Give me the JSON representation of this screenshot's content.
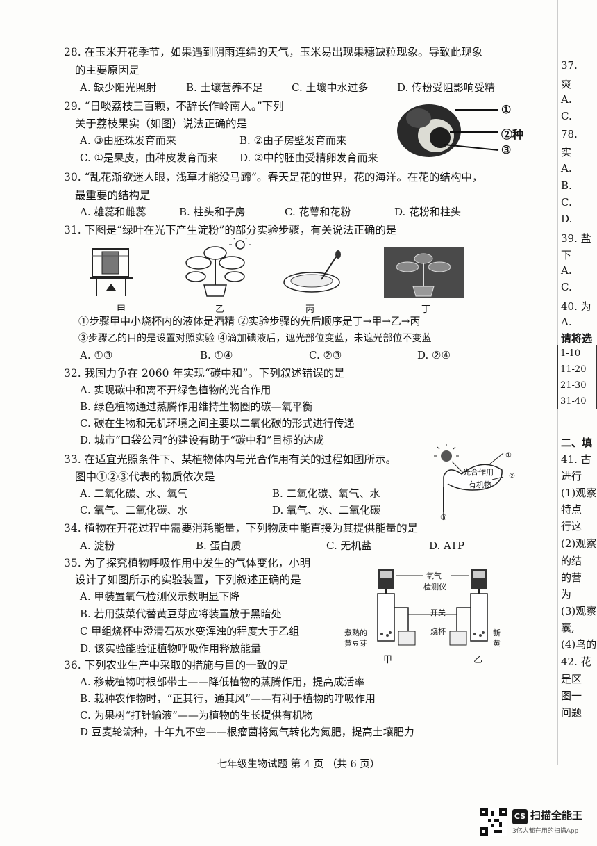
{
  "q28": {
    "line1": "28. 在玉米开花季节，如果遇到阴雨连绵的天气，玉米易出现果穗缺粒现象。导致此现象",
    "line2": "的主要原因是",
    "A": "A. 缺少阳光照射",
    "B": "B. 土壤营养不足",
    "C": "C. 土壤中水过多",
    "D": "D. 传粉受阻影响受精"
  },
  "q29": {
    "line1": "29. “日啖荔枝三百颗，不辞长作岭南人。”下列",
    "line2": "关于荔枝果实（如图）说法正确的是",
    "A": "A. ③由胚珠发育而来",
    "B": "B. ②由子房壁发育而来",
    "C": "C. ①是果皮，由种皮发育而来",
    "D": "D. ②中的胚由受精卵发育而来",
    "labels": [
      "①",
      "②种",
      "③"
    ]
  },
  "q30": {
    "line1": "30. “乱花渐欲迷人眼，浅草才能没马蹄”。春天是花的世界，花的海洋。在花的结构中，",
    "line2": "最重要的结构是",
    "A": "A. 雄蕊和雌蕊",
    "B": "B. 柱头和子房",
    "C": "C. 花萼和花粉",
    "D": "D. 花粉和柱头"
  },
  "q31": {
    "line1": "31. 下图是“绿叶在光下产生淀粉”的部分实验步骤，有关说法正确的是",
    "figs": [
      "甲",
      "乙",
      "丙",
      "丁"
    ],
    "s1": "①步骤甲中小烧杯内的液体是酒精 ②实验步骤的先后顺序是丁→甲→乙→丙",
    "s2": "③步骤乙的目的是设置对照实验 ④滴加碘液后，遮光部位变蓝，未遮光部位不变蓝",
    "A": "A. ①③",
    "B": "B. ①④",
    "C": "C. ②③",
    "D": "D. ②④"
  },
  "q32": {
    "line1": "32. 我国力争在 2060 年实现“碳中和”。下列叙述错误的是",
    "A": "A. 实现碳中和离不开绿色植物的光合作用",
    "B": "B. 绿色植物通过蒸腾作用维持生物圈的碳—氧平衡",
    "C": "C. 碳在生物和无机环境之间主要以二氧化碳的形式进行传递",
    "D": "D. 城市“口袋公园”的建设有助于“碳中和”目标的达成"
  },
  "q33": {
    "line1": "33. 在适宜光照条件下、某植物体内与光合作用有关的过程如图所示。",
    "line2": "图中①②③代表的物质依次是",
    "A": "A. 二氧化碳、水、氧气",
    "B": "B. 二氧化碳、氧气、水",
    "C": "C. 氧气、二氧化碳、水",
    "D": "D. 氧气、水、二氧化碳",
    "fig1": "光合作用",
    "fig2": "有机物",
    "n1": "①",
    "n2": "②",
    "n3": "③"
  },
  "q34": {
    "line1": "34. 植物在开花过程中需要消耗能量，下列物质中能直接为其提供能量的是",
    "A": "A. 淀粉",
    "B": "B. 蛋白质",
    "C": "C. 无机盐",
    "D": "D. ATP"
  },
  "q35": {
    "line1": "35. 为了探究植物呼吸作用中发生的气体变化，小明",
    "line2": "设计了如图所示的实验装置，下列叙述正确的是",
    "A": "A. 甲装置氧气检测仪示数明显下降",
    "B": "B. 若用菠菜代替黄豆芽应将装置放于黑暗处",
    "C": "C  甲组烧杯中澄清石灰水变浑浊的程度大于乙组",
    "D": "D. 该实验能验证植物呼吸作用释放能量",
    "fig_o2a": "氧气",
    "fig_o2b": "检测仪",
    "fig_switch": "开关",
    "fig_beaker": "烧杯",
    "fig_left1": "煮熟的",
    "fig_left2": "黄豆芽",
    "fig_right1": "新",
    "fig_right2": "黄",
    "fig_jia": "甲",
    "fig_yi": "乙"
  },
  "q36": {
    "line1": "36. 下列农业生产中采取的措施与目的一致的是",
    "A": "A. 移栽植物时根部带土——降低植物的蒸腾作用，提高成活率",
    "B": "B. 栽种农作物时，“正其行，通其风”——有利于植物的呼吸作用",
    "C": "C. 为果树“打针输液”——为植物的生长提供有机物",
    "D": "D  豆麦轮流种，十年九不空——根瘤菌将氮气转化为氮肥，提高土壤肥力"
  },
  "footer": "七年级生物试题  第 4 页 （共 6 页）",
  "rightcol": {
    "lines": [
      "37. ",
      "爽",
      "A.",
      "C.",
      "78. ",
      "实",
      "A.",
      "B.",
      "C.",
      "D.",
      "39. 盐",
      "下",
      "A.",
      "C.",
      "40. 为",
      "A.",
      "请将选",
      "二、填",
      "41. 古",
      "进行",
      "(1)观察",
      "特点",
      "行这",
      "(2)观察",
      "的结",
      "的营",
      "为",
      "(3)观察",
      "囊,",
      "(4)鸟的",
      "42. 花",
      "是区",
      "图一",
      "问题"
    ],
    "table": [
      "1-10",
      "11-20",
      "21-30",
      "31-40"
    ]
  },
  "brand": {
    "logo": "CS",
    "name": "扫描全能王",
    "tagline": "3亿人都在用的扫描App"
  }
}
